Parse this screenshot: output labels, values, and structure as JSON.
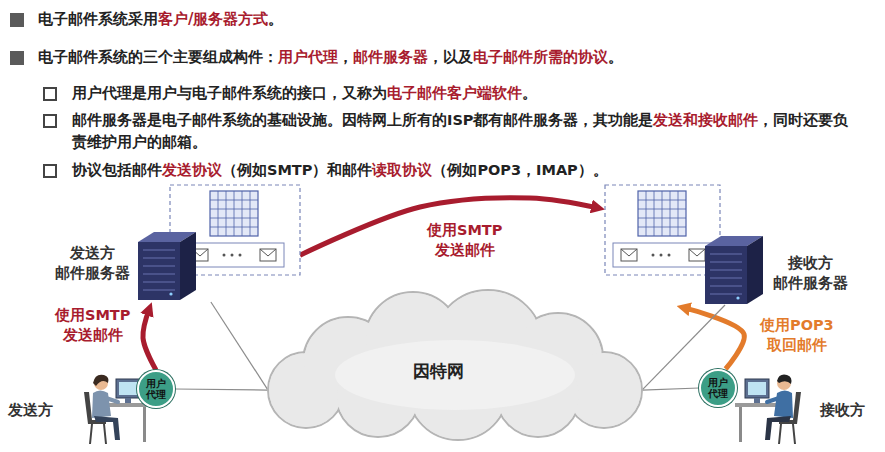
{
  "diagram": {
    "nodes": [
      {
        "text": [
          "发送方 邮件服务器"
        ]
      },
      {
        "text": [
          "接收方 邮件服务器"
        ]
      },
      {
        "text": [
          "因特网"
        ]
      },
      {
        "text": [
          "用户代理"
        ]
      },
      {
        "text": [
          "用户代理"
        ]
      }
    ],
    "edges": [
      {
        "from": 3,
        "to": 0,
        "arrow": "to",
        "label": "使用SMTP 发送邮件"
      },
      {
        "from": 0,
        "to": 1,
        "arrow": "to",
        "label": "使用SMTP 发送邮件"
      },
      {
        "from": 4,
        "to": 1,
        "arrow": "to",
        "label": "使用POP3 取回邮件"
      },
      {
        "from": 0,
        "to": 2,
        "arrow": "none"
      },
      {
        "from": 1,
        "to": 2,
        "arrow": "none"
      },
      {
        "from": 3,
        "to": 2,
        "arrow": "none"
      },
      {
        "from": 4,
        "to": 2,
        "arrow": "none"
      }
    ],
    "labels": [
      "电子邮件系统采用",
      "客户/服务器方式",
      "。",
      "电子邮件系统的三个主要组成构件：",
      "用户代理",
      "，",
      "邮件服务器",
      "，以及",
      "电子邮件所需的协议",
      "。",
      "用户代理是用户与电子邮件系统的接口，又称为",
      "电子邮件客户端软件",
      "。",
      "邮件服务器是电子邮件系统的基础设施。因特网上所有的ISP都有邮件服务器，其功能是",
      "发送和接收邮件",
      "，同时还要负责维护用户的邮箱。",
      "协议包括邮件",
      "发送协议",
      "（例如SMTP）和邮件",
      "读取协议",
      "（例如POP3，IMAP）。",
      "发送方",
      "接收方"
    ]
  }
}
